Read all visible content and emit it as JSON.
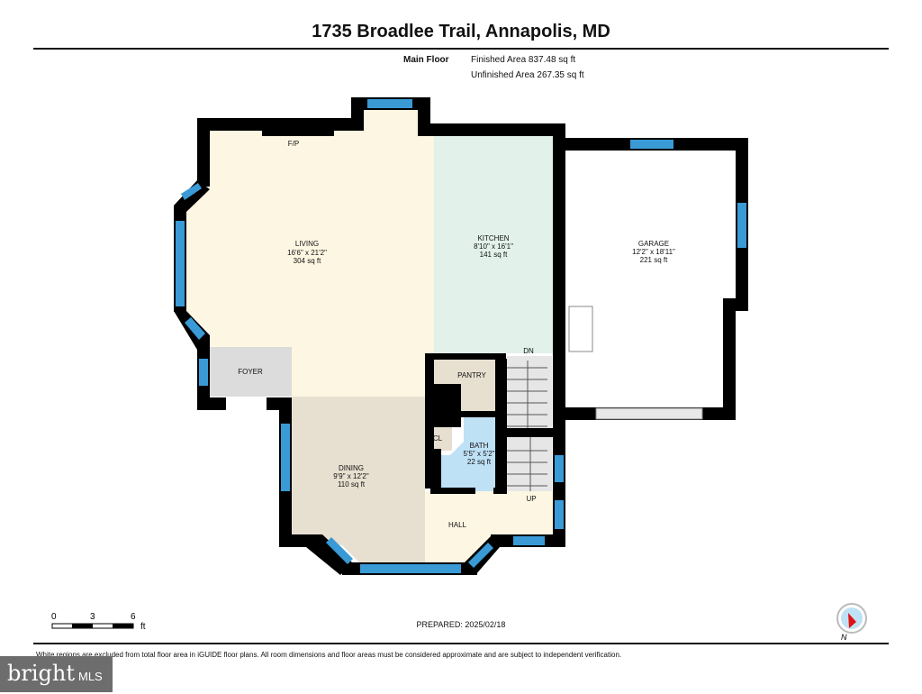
{
  "header": {
    "title": "1735 Broadlee Trail, Annapolis, MD",
    "floor": "Main Floor",
    "finished": "Finished Area 837.48 sq ft",
    "unfinished": "Unfinished Area 267.35 sq ft"
  },
  "rooms": [
    {
      "name": "LIVING",
      "dims": "16'6\" x 21'2\"",
      "area": "304 sq ft"
    },
    {
      "name": "KITCHEN",
      "dims": "8'10\" x 16'1\"",
      "area": "141 sq ft"
    },
    {
      "name": "GARAGE",
      "dims": "12'2\" x 18'11\"",
      "area": "221 sq ft"
    },
    {
      "name": "DINING",
      "dims": "9'9\" x 12'2\"",
      "area": "110 sq ft"
    },
    {
      "name": "BATH",
      "dims": "5'5\" x 5'2\"",
      "area": "22 sq ft"
    }
  ],
  "labels": {
    "fp": "F/P",
    "foyer": "FOYER",
    "pantry": "PANTRY",
    "cl": "CL",
    "hall": "HALL",
    "dn": "DN",
    "up": "UP"
  },
  "colors": {
    "wall": "#000000",
    "window": "#3a9ad6",
    "living": "#fdf6e2",
    "kitchen": "#e2f1ea",
    "dining": "#e7dfd0",
    "bath": "#bfe1f6",
    "foyer": "#dcdcdc"
  },
  "scale": {
    "ticks": [
      "0",
      "3",
      "6"
    ],
    "unit": "ft"
  },
  "compass": {
    "label": "N",
    "icon": "compass-icon"
  },
  "footer": {
    "prepared": "PREPARED: 2025/02/18",
    "disclaimer": "White regions are excluded from total floor area in iGUIDE floor plans. All room dimensions and floor areas must be considered approximate and are subject to independent verification.",
    "logo": "bright MLS"
  }
}
